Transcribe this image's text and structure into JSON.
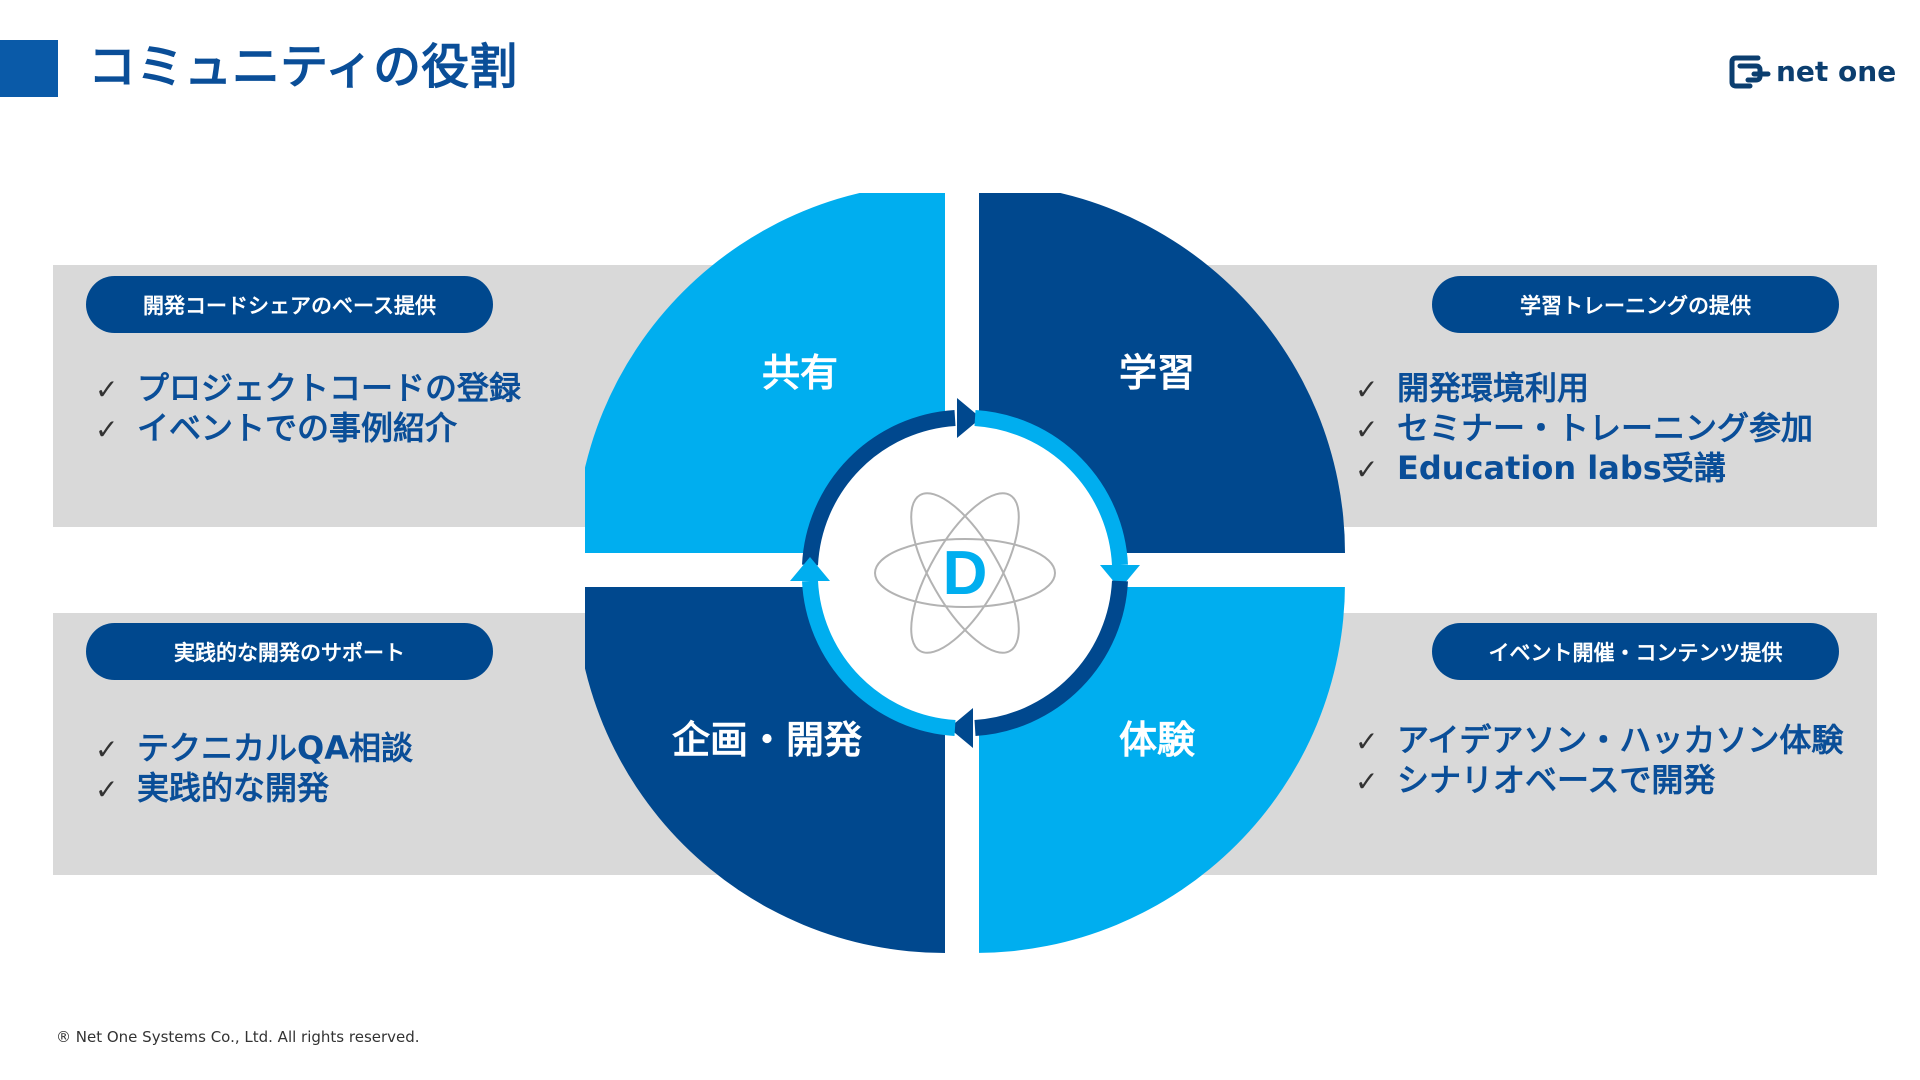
{
  "header": {
    "title": "コミュニティの役割",
    "logo_text": "net one"
  },
  "cycle": {
    "center_letter": "D",
    "quadrants": [
      {
        "label": "共有"
      },
      {
        "label": "学習"
      },
      {
        "label": "体験"
      },
      {
        "label": "企画・開発"
      }
    ]
  },
  "panels": {
    "top_left": {
      "heading": "開発コードシェアのベース提供",
      "items": [
        "プロジェクトコードの登録",
        "イベントでの事例紹介"
      ]
    },
    "top_right": {
      "heading": "学習トレーニングの提供",
      "items": [
        "開発環境利用",
        "セミナー・トレーニング参加",
        "Education labs受講"
      ]
    },
    "bottom_left": {
      "heading": "実践的な開発のサポート",
      "items": [
        "テクニカルQA相談",
        "実践的な開発"
      ]
    },
    "bottom_right": {
      "heading": "イベント開催・コンテンツ提供",
      "items": [
        "アイデアソン・ハッカソン体験",
        "シナリオベースで開発"
      ]
    }
  },
  "footer": {
    "copyright": "® Net One Systems Co., Ltd. All rights reserved."
  },
  "colors": {
    "dark_blue": "#00488e",
    "light_blue": "#00aeef",
    "panel_gray": "#d9d9d9",
    "title_blue": "#0a4e98"
  }
}
